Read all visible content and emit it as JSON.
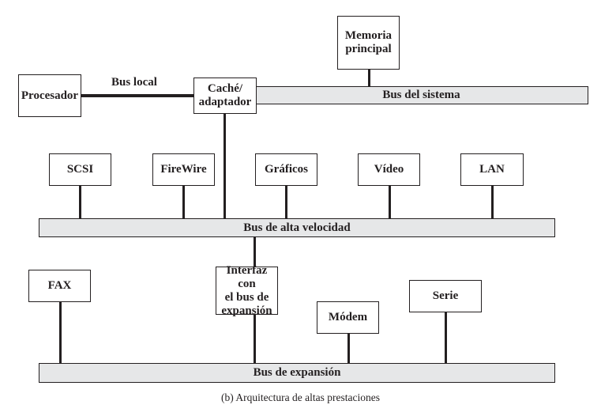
{
  "diagram": {
    "processor": "Procesador",
    "local_bus_label": "Bus local",
    "cache": [
      "Caché/",
      "adaptador"
    ],
    "main_memory": [
      "Memoria",
      "principal"
    ],
    "system_bus": "Bus del sistema",
    "high_speed_devices": [
      "SCSI",
      "FireWire",
      "Gráficos",
      "Vídeo",
      "LAN"
    ],
    "high_speed_bus": "Bus de alta velocidad",
    "expansion_interface": [
      "Interfaz con",
      "el bus de",
      "expansión"
    ],
    "expansion_devices": [
      "FAX",
      "Módem",
      "Serie"
    ],
    "expansion_bus": "Bus de expansión",
    "caption": "(b) Arquitectura de altas prestaciones"
  }
}
